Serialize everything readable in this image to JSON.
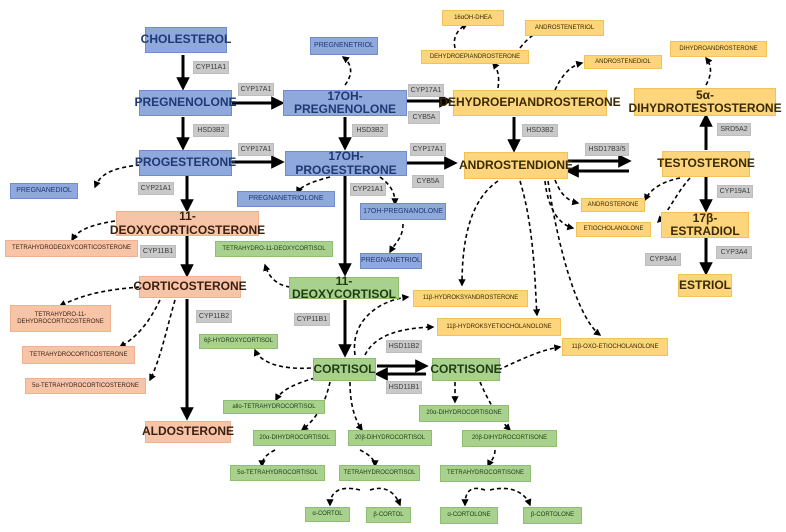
{
  "colors": {
    "blue": "#8fa9dc",
    "orange": "#fdd57d",
    "salmon": "#f7c4a8",
    "green": "#a9d18e",
    "enzyme": "#c9c9c9",
    "arrow": "#000000"
  },
  "nodes": {
    "cholesterol": "CHOLESTEROL",
    "pregnenolone": "PREGNENOLONE",
    "progesterone": "PROGESTERONE",
    "pregnanediol": "PREGNANEDIOL",
    "pregnenetriol": "PREGNENETRIOL",
    "oh17_pregnenolone": "17OH-PREGNENOLONE",
    "oh17_progesterone": "17OH-PROGESTERONE",
    "pregnanetriolone": "PREGNANETRIOLONE",
    "oh17_pregnanolone": "17OH-PREGNANOLONE",
    "pregnanetriol": "PREGNANETRIOL",
    "oh16_dhea": "16αOH-DHEA",
    "androstenetriol": "ANDROSTENETRIOL",
    "dehydroepiandrosterone_small": "DEHYDROEPIANDROSTERONE",
    "androstenediol": "ANDROSTENEDIOL",
    "dehydroepiandrosterone": "DEHYDROEPIANDROSTERONE",
    "androstendione": "ANDROSTENDIONE",
    "dihydroandrosterone": "DIHYDROANDROSTERONE",
    "dihydrotestosterone": "5α-DIHYDROTESTOSTERONE",
    "testosterone": "TESTOSTERONE",
    "androsterone": "ANDROSTERONE",
    "etiocholanolone": "ETIOCHOLANOLONE",
    "estradiol": "17β-ESTRADIOL",
    "estriol": "ESTRIOL",
    "deoxycorticosterone": "11-DEOXYCORTICOSTERONE",
    "tetrahydrodeoxycorticosterone": "TETRAHYDRODEOXYCORTICOSTERONE",
    "corticosterone": "CORTICOSTERONE",
    "tetrahydro11dehydro": "TETRAHYDRO-11-DEHYDROCORTICOSTERONE",
    "tetrahydrocorticosterone": "TETRAHYDROCORTICOSTERONE",
    "tetrahydrocorticosterone_5a": "5α-TETRAHYDROCORTICOSTERONE",
    "aldosterone": "ALDOSTERONE",
    "tetrahydro11deoxycortisol": "TETRAHYDRO-11-DEOXYCORTISOL",
    "deoxycortisol": "11-DEOXYCORTISOL",
    "hydroxyandrosterone": "11β-HYDROKSYANDROSTERONE",
    "hydroxyetiocholanolone": "11β-HYDROKSYETIOCHOLANOLONE",
    "oxoetiocholanolone": "11β-OXO-ETIOCHOLANOLONE",
    "hydroxycortisol": "6β-HYDROXYCORTISOL",
    "cortisol": "CORTISOL",
    "cortisone": "CORTISONE",
    "allotetrahydrocortisol": "allo-TETRAHYDROCORTISOL",
    "dihydrocortisol_20a": "20α-DIHYDROCORTISOL",
    "dihydrocortisol_20b": "20β-DIHYDROCORTISOL",
    "dihydrocortisone_20a": "20α-DIHYDROCORTISONE",
    "dihydrocortisone_20b": "20β-DIHYDROCORTISONE",
    "tetrahydrocortisol_5a": "5α-TETRAHYDROCORTISOL",
    "tetrahydrocortisol": "TETRAHYDROCORTISOL",
    "tetrahydrocortisone": "TETRAHYDROCORTISONE",
    "a_cortol": "α-CORTOL",
    "b_cortol": "β-CORTOL",
    "a_cortolone": "α-CORTOLONE",
    "b_cortolone": "β-CORTOLONE"
  },
  "enzymes": {
    "cyp11a1": "CYP11A1",
    "cyp17a1_a": "CYP17A1",
    "cyp17a1_b": "CYP17A1",
    "cyp17a1_c": "CYP17A1",
    "cyp17a1_d": "CYP17A1",
    "hsd3b2_a": "HSD3B2",
    "hsd3b2_b": "HSD3B2",
    "hsd3b2_c": "HSD3B2",
    "cyb5a_a": "CYB5A",
    "cyb5a_b": "CYB5A",
    "cyp21a1_a": "CYP21A1",
    "cyp21a1_b": "CYP21A1",
    "cyp11b1_a": "CYP11B1",
    "cyp11b1_b": "CYP11B1",
    "cyp11b2": "CYP11B2",
    "hsd17b3": "HSD17B3/5",
    "srd5a2": "SRD5A2",
    "cyp19a1": "CYP19A1",
    "cyp3a4_a": "CYP3A4",
    "cyp3a4_b": "CYP3A4",
    "hsd11b2": "HSD11B2",
    "hsd11b1": "HSD11B1"
  }
}
